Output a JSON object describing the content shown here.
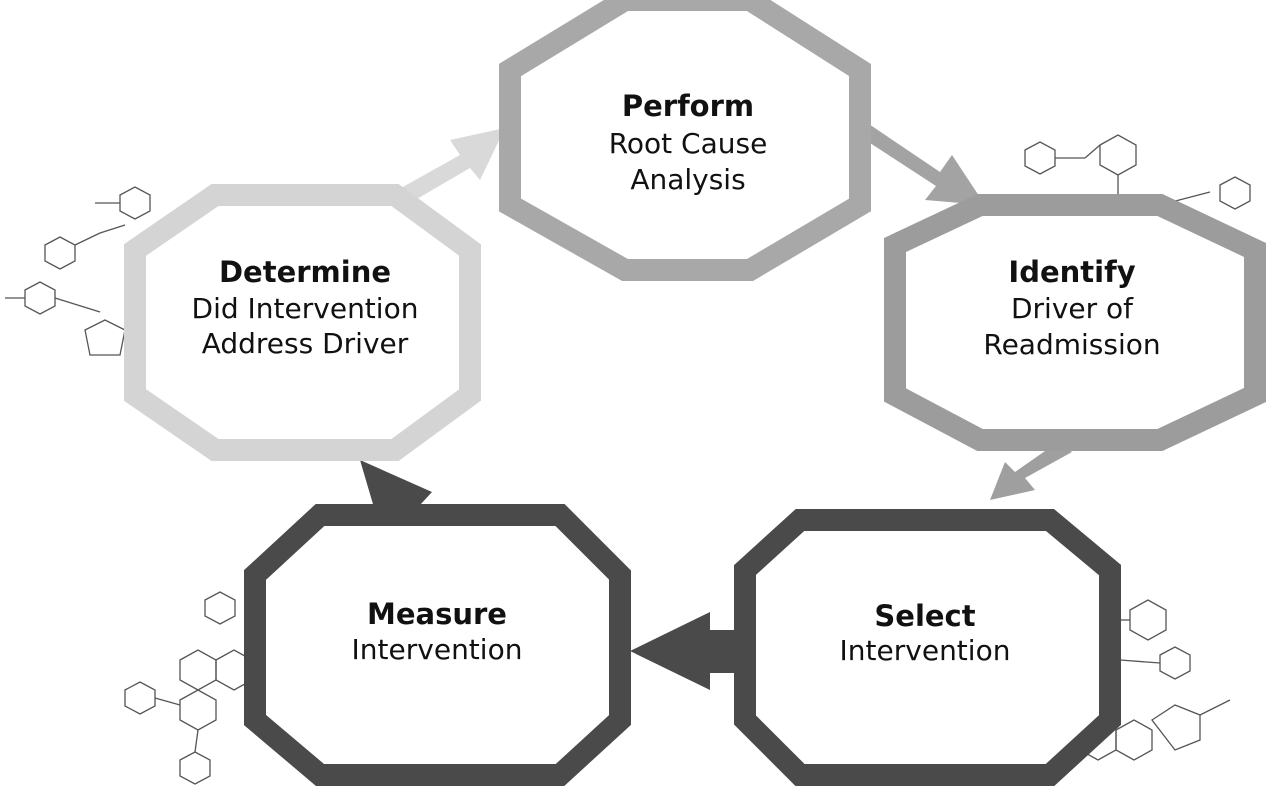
{
  "diagram": {
    "steps": [
      {
        "id": "perform",
        "title": "Perform",
        "lines": [
          "Root Cause",
          "Analysis"
        ],
        "color": "#a8a8a8"
      },
      {
        "id": "identify",
        "title": "Identify",
        "lines": [
          "Driver of",
          "Readmission"
        ],
        "color": "#9c9c9c"
      },
      {
        "id": "select",
        "title": "Select",
        "lines": [
          "Intervention"
        ],
        "color": "#4a4a4a"
      },
      {
        "id": "measure",
        "title": "Measure",
        "lines": [
          "Intervention"
        ],
        "color": "#4a4a4a"
      },
      {
        "id": "determine",
        "title": "Determine",
        "lines": [
          "Did Intervention",
          "Address Driver"
        ],
        "color": "#d4d4d4"
      }
    ],
    "arrow_colors": {
      "determine_to_perform": "#d9d9d9",
      "perform_to_identify": "#a3a3a3",
      "identify_to_select": "#9f9f9f",
      "select_to_measure": "#4a4a4a",
      "measure_to_determine": "#4a4a4a"
    }
  }
}
